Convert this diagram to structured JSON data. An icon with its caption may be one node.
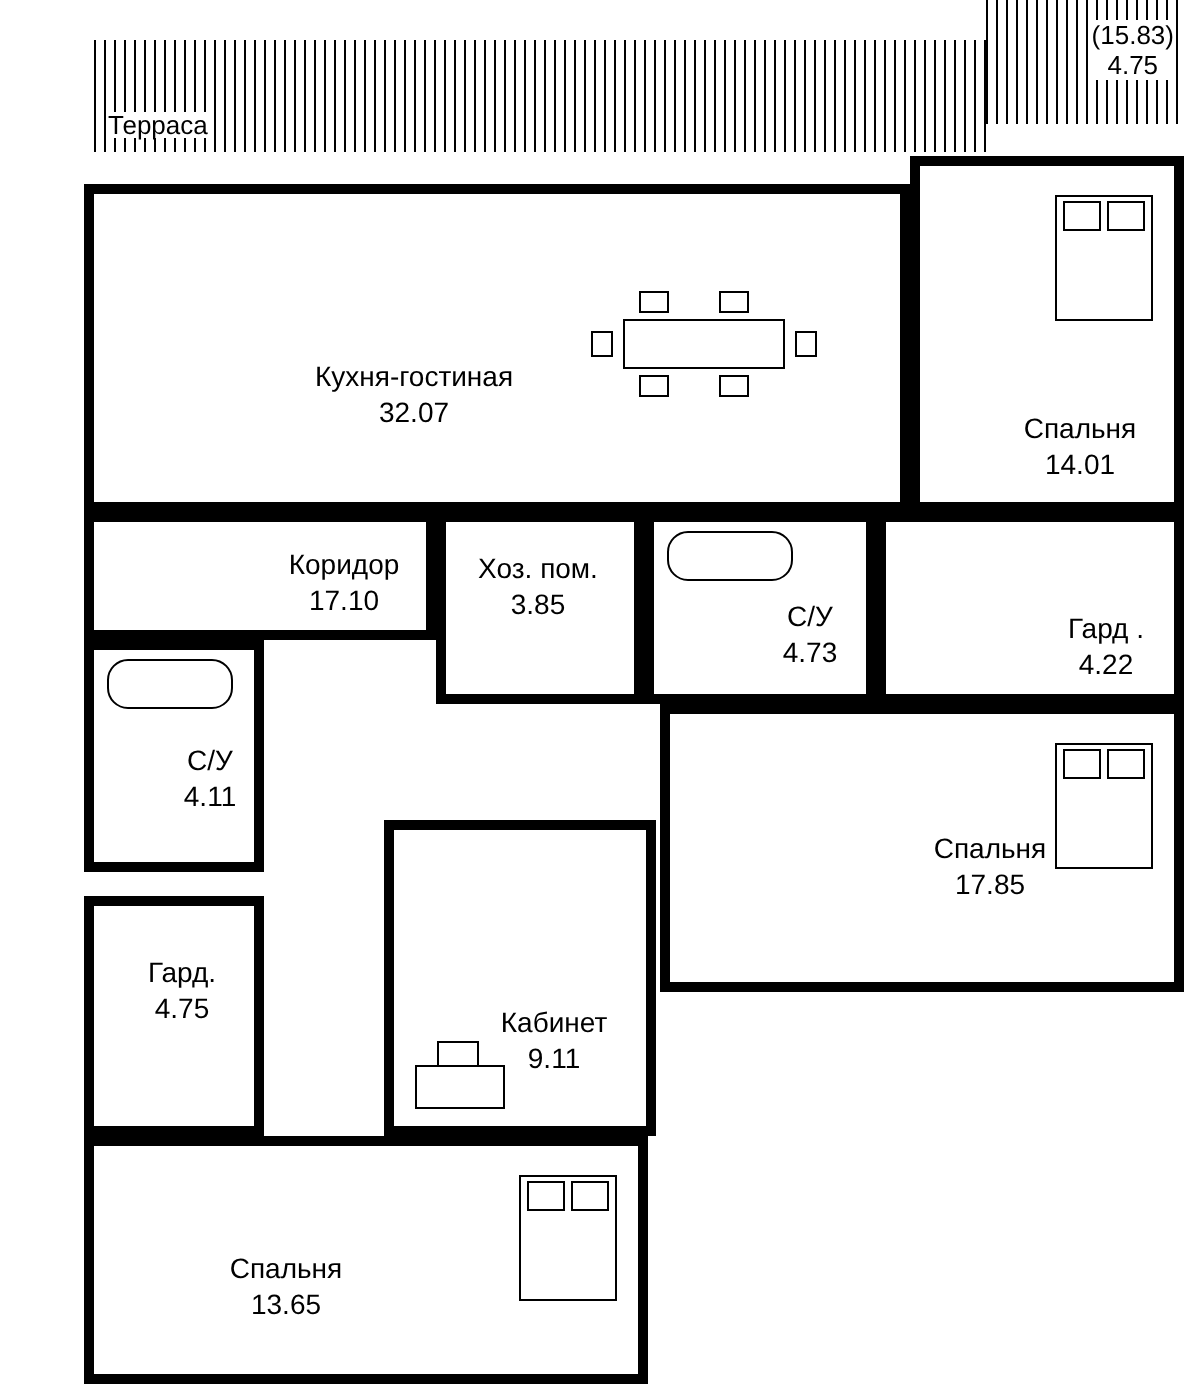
{
  "diagram": {
    "nodes": [
      {
        "text": [
          "Терраса",
          "(15.83)",
          "4.75"
        ]
      },
      {
        "text": [
          "Кухня-гостиная",
          "32.07"
        ]
      },
      {
        "text": [
          "Спальня",
          "14.01"
        ]
      },
      {
        "text": [
          "Коридор",
          "17.10"
        ]
      },
      {
        "text": [
          "Хоз. пом.",
          "3.85"
        ]
      },
      {
        "text": [
          "С/У",
          "4.73"
        ]
      },
      {
        "text": [
          "Гард .",
          "4.22"
        ]
      },
      {
        "text": [
          "С/У",
          "4.11"
        ]
      },
      {
        "text": [
          "Спальня",
          "17.85"
        ]
      },
      {
        "text": [
          "Гард.",
          "4.75"
        ]
      },
      {
        "text": [
          "Кабинет",
          "9.11"
        ]
      },
      {
        "text": [
          "Спальня",
          "13.65"
        ]
      }
    ]
  }
}
